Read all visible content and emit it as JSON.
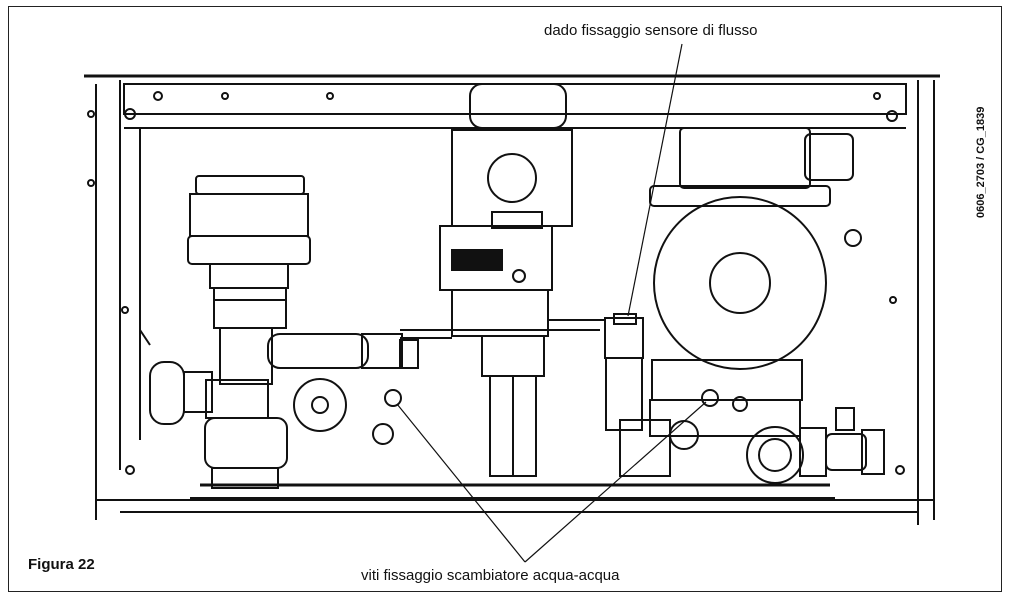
{
  "labels": {
    "flow_sensor_nut": "dado fissaggio sensore di flusso",
    "exchanger_screws": "viti fissaggio scambiatore acqua-acqua",
    "figure": "Figura 22",
    "drawing_code": "0606_2703 / CG_1839"
  },
  "colors": {
    "line": "#111111",
    "background": "#ffffff"
  }
}
